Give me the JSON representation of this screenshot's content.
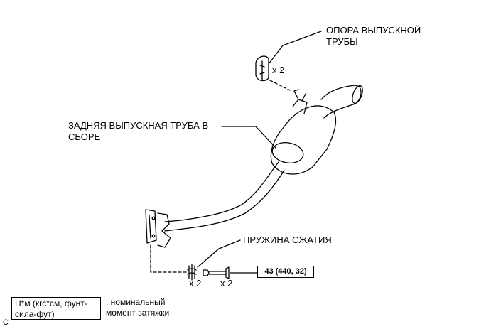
{
  "labels": {
    "hanger": "ОПОРА ВЫПУСКНОЙ\nТРУБЫ",
    "pipe_assembly": "ЗАДНЯЯ ВЫПУСКНАЯ ТРУБА В\nСБОРЕ",
    "spring": "ПРУЖИНА СЖАТИЯ"
  },
  "quantities": {
    "hanger_qty": "x 2",
    "spring_qty": "x 2",
    "bolt_qty": "x 2"
  },
  "torque": "43 (440, 32)",
  "legend": {
    "box_text": "Н*м (кгс*см, фунт-\nсила-фут)",
    "description": ": номинальный\nмомент затяжки"
  },
  "corner_code": "C"
}
